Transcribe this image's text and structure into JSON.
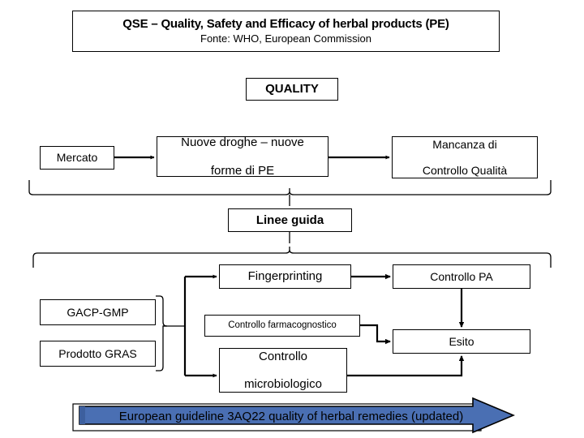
{
  "header": {
    "title_main": "QSE – Quality, Safety and Efficacy of herbal products (PE)",
    "title_sub": "Fonte: WHO, European Commission"
  },
  "diagram": {
    "section_label": "QUALITY",
    "nodes": {
      "mercato": "Mercato",
      "nuove_droghe": "Nuove droghe – nuove forme di PE",
      "mancanza": "Mancanza di Controllo Qualità",
      "linee_guida": "Linee guida",
      "fingerprinting": "Fingerprinting",
      "controllo_pa": "Controllo PA",
      "gacp_gmp": "GACP-GMP",
      "prodotto_gras": "Prodotto GRAS",
      "controllo_farmacognostico": "Controllo farmacognostico",
      "controllo_microbiologico": "Controllo microbiologico",
      "esito": "Esito"
    },
    "nuove_droghe_line1": "Nuove droghe – nuove",
    "nuove_droghe_line2": "forme di PE",
    "mancanza_line1": "Mancanza di",
    "mancanza_line2": "Controllo Qualità",
    "micro_line1": "Controllo",
    "micro_line2": "microbiologico"
  },
  "banner": {
    "text": "European guideline 3AQ22 quality of herbal remedies (updated)",
    "fill_color": "#4a6fb3",
    "edge_color": "#000000"
  },
  "colors": {
    "background": "#ffffff",
    "line": "#000000",
    "text": "#000000"
  }
}
